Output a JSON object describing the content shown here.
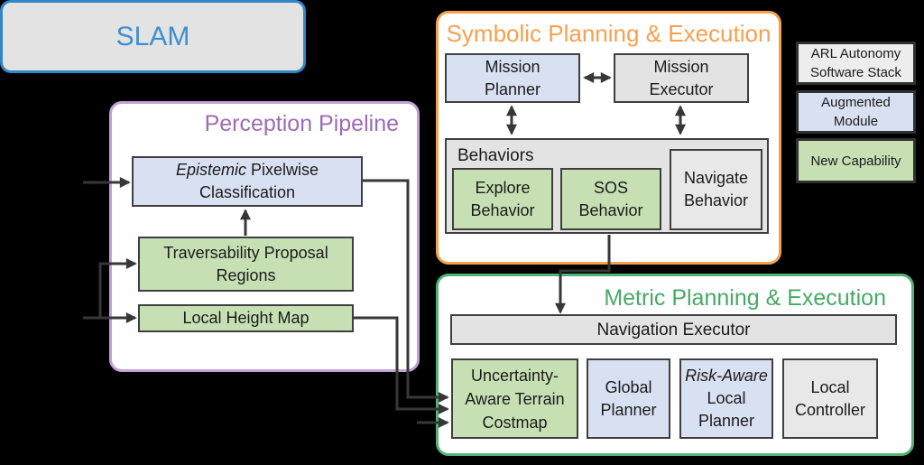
{
  "colors": {
    "purple-border": "#c2a1d6",
    "purple-text": "#9c6bb5",
    "orange": "#f6a14e",
    "green-border": "#53b377",
    "green-text": "#47a967",
    "blue-border": "#2e87c8",
    "blue-text": "#3e8fd0",
    "blue-fill": "#d8e1f2",
    "green-fill": "#c6e0b4",
    "gray-fill": "#e4e3e3",
    "gray-fill2": "#e8e8e8",
    "box-border": "#3f3f3f",
    "legend-border": "#303030",
    "arrow": "#373737"
  },
  "perception": {
    "title": "Perception Pipeline",
    "epistemic": {
      "italic": "Epistemic",
      "rest": " Pixelwise",
      "line2": "Classification"
    },
    "traversability": {
      "line1": "Traversability Proposal",
      "line2": "Regions"
    },
    "local_height_map": {
      "label": "Local Height Map"
    }
  },
  "symbolic": {
    "title": "Symbolic Planning & Execution",
    "mission_planner": {
      "line1": "Mission",
      "line2": "Planner"
    },
    "mission_executor": {
      "line1": "Mission",
      "line2": "Executor"
    },
    "behaviors": {
      "label": "Behaviors",
      "explore": {
        "line1": "Explore",
        "line2": "Behavior"
      },
      "sos": {
        "line1": "SOS",
        "line2": "Behavior"
      },
      "navigate": {
        "line1": "Navigate",
        "line2": "Behavior"
      }
    }
  },
  "metric": {
    "title": "Metric Planning & Execution",
    "navigation_executor": {
      "label": "Navigation Executor"
    },
    "costmap": {
      "line1": "Uncertainty-",
      "line2": "Aware Terrain",
      "line3": "Costmap"
    },
    "global_planner": {
      "line1": "Global",
      "line2": "Planner"
    },
    "risk_aware_planner": {
      "italic": "Risk-Aware",
      "line2": "Local",
      "line3": "Planner"
    },
    "local_controller": {
      "line1": "Local",
      "line2": "Controller"
    }
  },
  "slam": {
    "title": "SLAM"
  },
  "legend": {
    "stack": {
      "line1": "ARL Autonomy",
      "line2": "Software Stack"
    },
    "augmented": {
      "line1": "Augmented",
      "line2": "Module"
    },
    "new_capability": {
      "label": "New Capability"
    }
  }
}
